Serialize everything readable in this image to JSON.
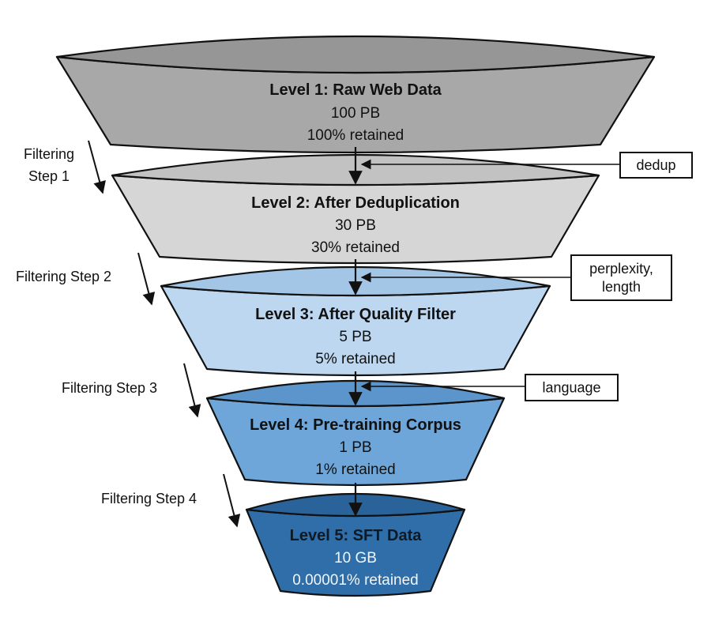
{
  "title": "Data filtering funnel",
  "levels": [
    {
      "title": "Level 1: Raw Web Data",
      "size": "100 PB",
      "retained": "100% retained",
      "body_color": "#a8a8a8",
      "lens_color": "#969696",
      "title_color": "#111111",
      "text_color": "#111111"
    },
    {
      "title": "Level 2: After Deduplication",
      "size": "30 PB",
      "retained": "30% retained",
      "body_color": "#d6d6d6",
      "lens_color": "#c2c2c2",
      "title_color": "#111111",
      "text_color": "#111111"
    },
    {
      "title": "Level 3: After Quality Filter",
      "size": "5 PB",
      "retained": "5% retained",
      "body_color": "#bcd7ef",
      "lens_color": "#a3c6e6",
      "title_color": "#111111",
      "text_color": "#111111"
    },
    {
      "title": "Level 4: Pre-training Corpus",
      "size": "1 PB",
      "retained": "1% retained",
      "body_color": "#6ea6da",
      "lens_color": "#5b95cc",
      "title_color": "#111111",
      "text_color": "#111111"
    },
    {
      "title": "Level 5: SFT Data",
      "size": "10 GB",
      "retained": "0.00001% retained",
      "body_color": "#2f6ea8",
      "lens_color": "#2a6399",
      "title_color": "#0e1a26",
      "text_color": "#f2f6fa"
    }
  ],
  "steps": [
    {
      "label_lines": [
        "Filtering",
        "Step 1"
      ]
    },
    {
      "label_lines": [
        "Filtering Step 2"
      ]
    },
    {
      "label_lines": [
        "Filtering Step 3"
      ]
    },
    {
      "label_lines": [
        "Filtering Step 4"
      ]
    }
  ],
  "filters": [
    {
      "label_lines": [
        "dedup"
      ]
    },
    {
      "label_lines": [
        "perplexity,",
        "length"
      ]
    },
    {
      "label_lines": [
        "language"
      ]
    }
  ],
  "colors": {
    "stroke": "#111111",
    "background": "#ffffff"
  }
}
